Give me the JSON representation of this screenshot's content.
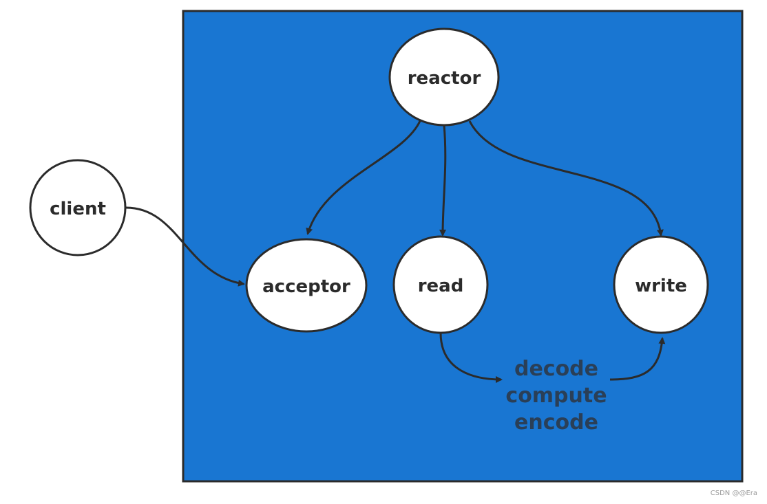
{
  "diagram": {
    "nodes": {
      "reactor": "reactor",
      "client": "client",
      "acceptor": "acceptor",
      "read": "read",
      "write": "write"
    },
    "process_steps": [
      "decode",
      "compute",
      "encode"
    ]
  },
  "colors": {
    "container_fill": "#1976d2",
    "border": "#2b2b2b",
    "node_fill": "#ffffff",
    "text": "#2b2b2b",
    "process_text": "#2a3f57"
  },
  "watermark": "CSDN @@Era"
}
